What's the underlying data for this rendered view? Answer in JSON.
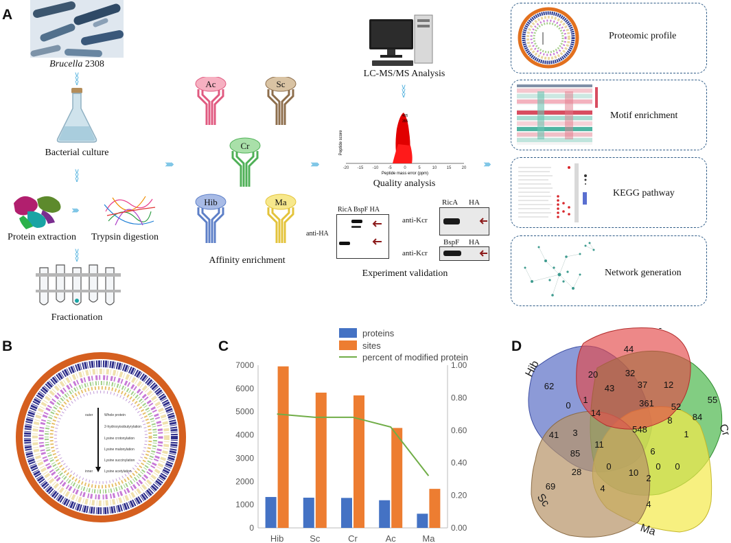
{
  "panel_letters": {
    "a": "A",
    "b": "B",
    "c": "C",
    "d": "D"
  },
  "workflow": {
    "strain_label_italic": "Brucella",
    "strain_label_num": " 2308",
    "culture_label": "Bacterial culture",
    "extraction_label": "Protein extraction",
    "digestion_label": "Trypsin digestion",
    "fractionation_label": "Fractionation",
    "antibodies": [
      "Ac",
      "Sc",
      "Cr",
      "Hib",
      "Ma"
    ],
    "affinity_label": "Affinity enrichment",
    "lcms_label": "LC-MS/MS Analysis",
    "quality_label": "Quality analysis",
    "experiment_label": "Experiment validation",
    "blot": {
      "left_header": "RicA  BspF  HA",
      "left_side": "anti-HA",
      "right_top_header_a": "RicA",
      "right_top_header_b": "HA",
      "right_top_side": "anti-Kcr",
      "right_bottom_header_a": "BspF",
      "right_bottom_header_b": "HA",
      "right_bottom_side": "anti-Kcr"
    },
    "volcano": {
      "ylabel": "Peptide score",
      "xlabel": "Peptide mass error (ppm)",
      "xticks": [
        "-20",
        "-15",
        "-10",
        "-5",
        "0",
        "5",
        "10",
        "15",
        "20"
      ],
      "yvals": [
        "405",
        "355"
      ]
    },
    "results": [
      "Proteomic profile",
      "Motif enrichment",
      "KEGG pathway",
      "Network generation"
    ]
  },
  "circos_legend": [
    "Whole protein",
    "2-hydroxyisobutyrylation",
    "Lysine crotonylation",
    "Lysine malonylation",
    "Lysine succinylation",
    "Lysine acetylation"
  ],
  "circos_legend_ends": {
    "outer": "outer",
    "inner": "inner"
  },
  "colors": {
    "proteins": "#4472c4",
    "sites": "#ed7d31",
    "percent": "#70ad47"
  },
  "chart_data": {
    "type": "bar",
    "categories": [
      "Hib",
      "Sc",
      "Cr",
      "Ac",
      "Ma"
    ],
    "series": [
      {
        "name": "proteins",
        "values": [
          1330,
          1300,
          1290,
          1190,
          610
        ]
      },
      {
        "name": "sites",
        "values": [
          6950,
          5820,
          5700,
          4300,
          1680
        ]
      },
      {
        "name": "percent of modified protein",
        "values": [
          0.7,
          0.68,
          0.68,
          0.62,
          0.32
        ],
        "axis": "right",
        "kind": "line"
      }
    ],
    "ylim": [
      0,
      7000
    ],
    "yticks": [
      0,
      1000,
      2000,
      3000,
      4000,
      5000,
      6000,
      7000
    ],
    "y2lim": [
      0,
      1.0
    ],
    "y2ticks": [
      "0.00",
      "0.20",
      "0.40",
      "0.60",
      "0.80",
      "1.00"
    ],
    "legend_position": "top"
  },
  "venn": {
    "sets": [
      "Hib",
      "Cr",
      "Sc",
      "Ma"
    ],
    "numbers": [
      "44",
      "20",
      "32",
      "62",
      "43",
      "37",
      "12",
      "361",
      "55",
      "0",
      "1",
      "52",
      "14",
      "84",
      "548",
      "8",
      "41",
      "3",
      "1",
      "11",
      "85",
      "6",
      "28",
      "0",
      "0",
      "69",
      "10",
      "2",
      "4",
      "0",
      "4",
      "-"
    ]
  }
}
